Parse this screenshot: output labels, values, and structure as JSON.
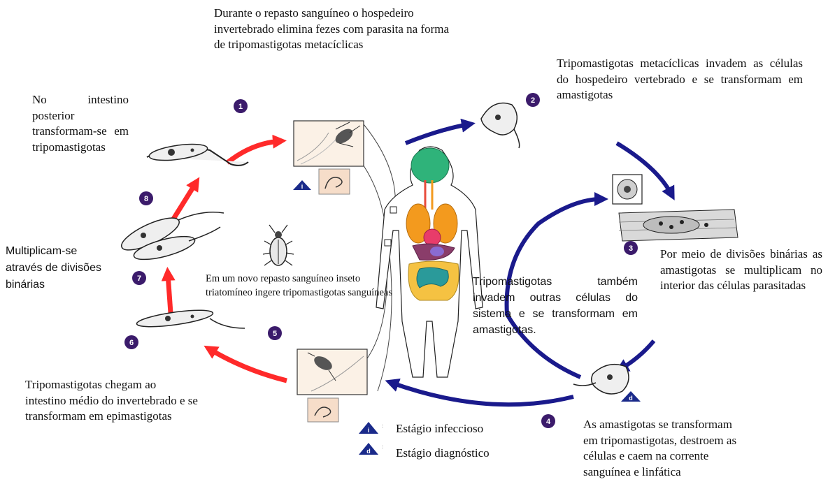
{
  "captions": {
    "step1_top": "Durante o repasto sanguíneo o hospedeiro invertebrado elimina fezes com parasita na forma de tripomastigotas metacíclicas",
    "step2": "Tripomastigotas metacíclicas invadem as células do hospedeiro vertebrado e se transformam em amastigotas",
    "step3": "Por meio de divisões binárias as amastigotas se multiplicam no interior das células parasitadas",
    "step4": "As amastigotas se transformam em tripomastigotas, destroem as células e caem na corrente sanguínea e linfática",
    "center": "Tripomastigotas também invadem outras células do sistema e se transformam em amastigotas.",
    "step5": "Em um novo repasto sanguíneo inseto triatomíneo ingere tripomastigotas sanguíneas",
    "step6": "Tripomastigotas chegam ao intestino médio do invertebrado e se transformam em epimastigotas",
    "step7": "Multiplicam-se através de divisões binárias",
    "step8": "No intestino posterior transformam-se em tripomastigotas"
  },
  "step_numbers": [
    "1",
    "2",
    "3",
    "4",
    "5",
    "6",
    "7",
    "8"
  ],
  "legend": {
    "infective_symbol": "i",
    "infective_label": "Estágio infeccioso",
    "diagnostic_symbol": "d",
    "diagnostic_label": "Estágio diagnóstico"
  },
  "colors": {
    "human_phase_arrow": "#1a1a8c",
    "insect_phase_arrow": "#ff2a2a",
    "step_badge": "#3b1b6b",
    "legend_triangle": "#1a2a8a",
    "brain": "#2fb37a",
    "lungs": "#f39a1e",
    "heart": "#e83c6a",
    "liver": "#8a3d6a",
    "intestine_small": "#2a9a9a",
    "intestine_large": "#f5c242"
  }
}
